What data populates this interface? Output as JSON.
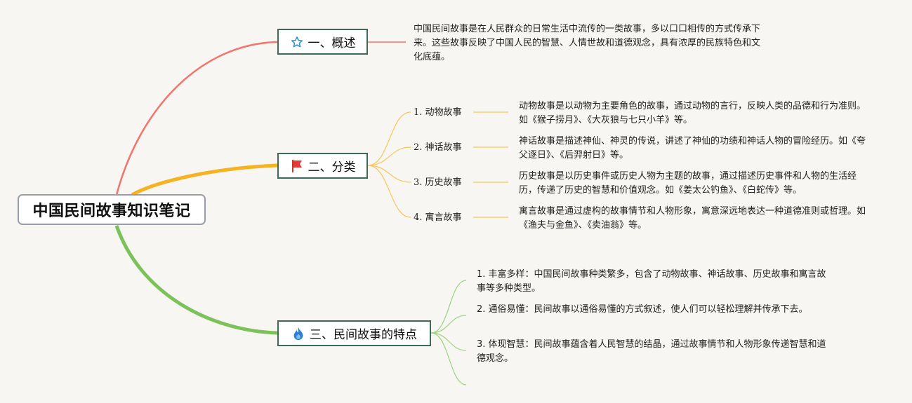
{
  "root": {
    "title": "中国民间故事知识笔记"
  },
  "branches": [
    {
      "label": "一、概述",
      "icon": "star-icon",
      "color": "#f2766b",
      "text": "中国民间故事是在人民群众的日常生活中流传的一类故事，多以口口相传的方式传承下来。这些故事反映了中国人民的智慧、人情世故和道德观念，具有浓厚的民族特色和文化底蕴。"
    },
    {
      "label": "二、分类",
      "icon": "red-flag-icon",
      "color": "#f5b323",
      "children": [
        {
          "label": "1. 动物故事",
          "text": "动物故事是以动物为主要角色的故事，通过动物的言行，反映人类的品德和行为准则。如《猴子捞月》、《大灰狼与七只小羊》等。"
        },
        {
          "label": "2. 神话故事",
          "text": "神话故事是描述神仙、神灵的传说，讲述了神仙的功绩和神话人物的冒险经历。如《夸父逐日》、《后羿射日》等。"
        },
        {
          "label": "3. 历史故事",
          "text": "历史故事是以历史事件或历史人物为主题的故事，通过描述历史事件和人物的生活经历，传递了历史的智慧和价值观念。如《姜太公钓鱼》、《白蛇传》等。"
        },
        {
          "label": "4. 寓言故事",
          "text": "寓言故事是通过虚构的故事情节和人物形象，寓意深远地表达一种道德准则或哲理。如《渔夫与金鱼》、《卖油翁》等。"
        }
      ]
    },
    {
      "label": "三、民间故事的特点",
      "icon": "fire-icon",
      "color": "#7cc25a",
      "children": [
        {
          "text": "1. 丰富多样：中国民间故事种类繁多，包含了动物故事、神话故事、历史故事和寓言故事等多种类型。"
        },
        {
          "text": "2. 通俗易懂：民间故事以通俗易懂的方式叙述，使人们可以轻松理解并传承下去。"
        },
        {
          "text": "3. 体现智慧：民间故事蕴含着人民智慧的结晶，通过故事情节和人物形象传递智慧和道德观念。"
        }
      ]
    }
  ]
}
